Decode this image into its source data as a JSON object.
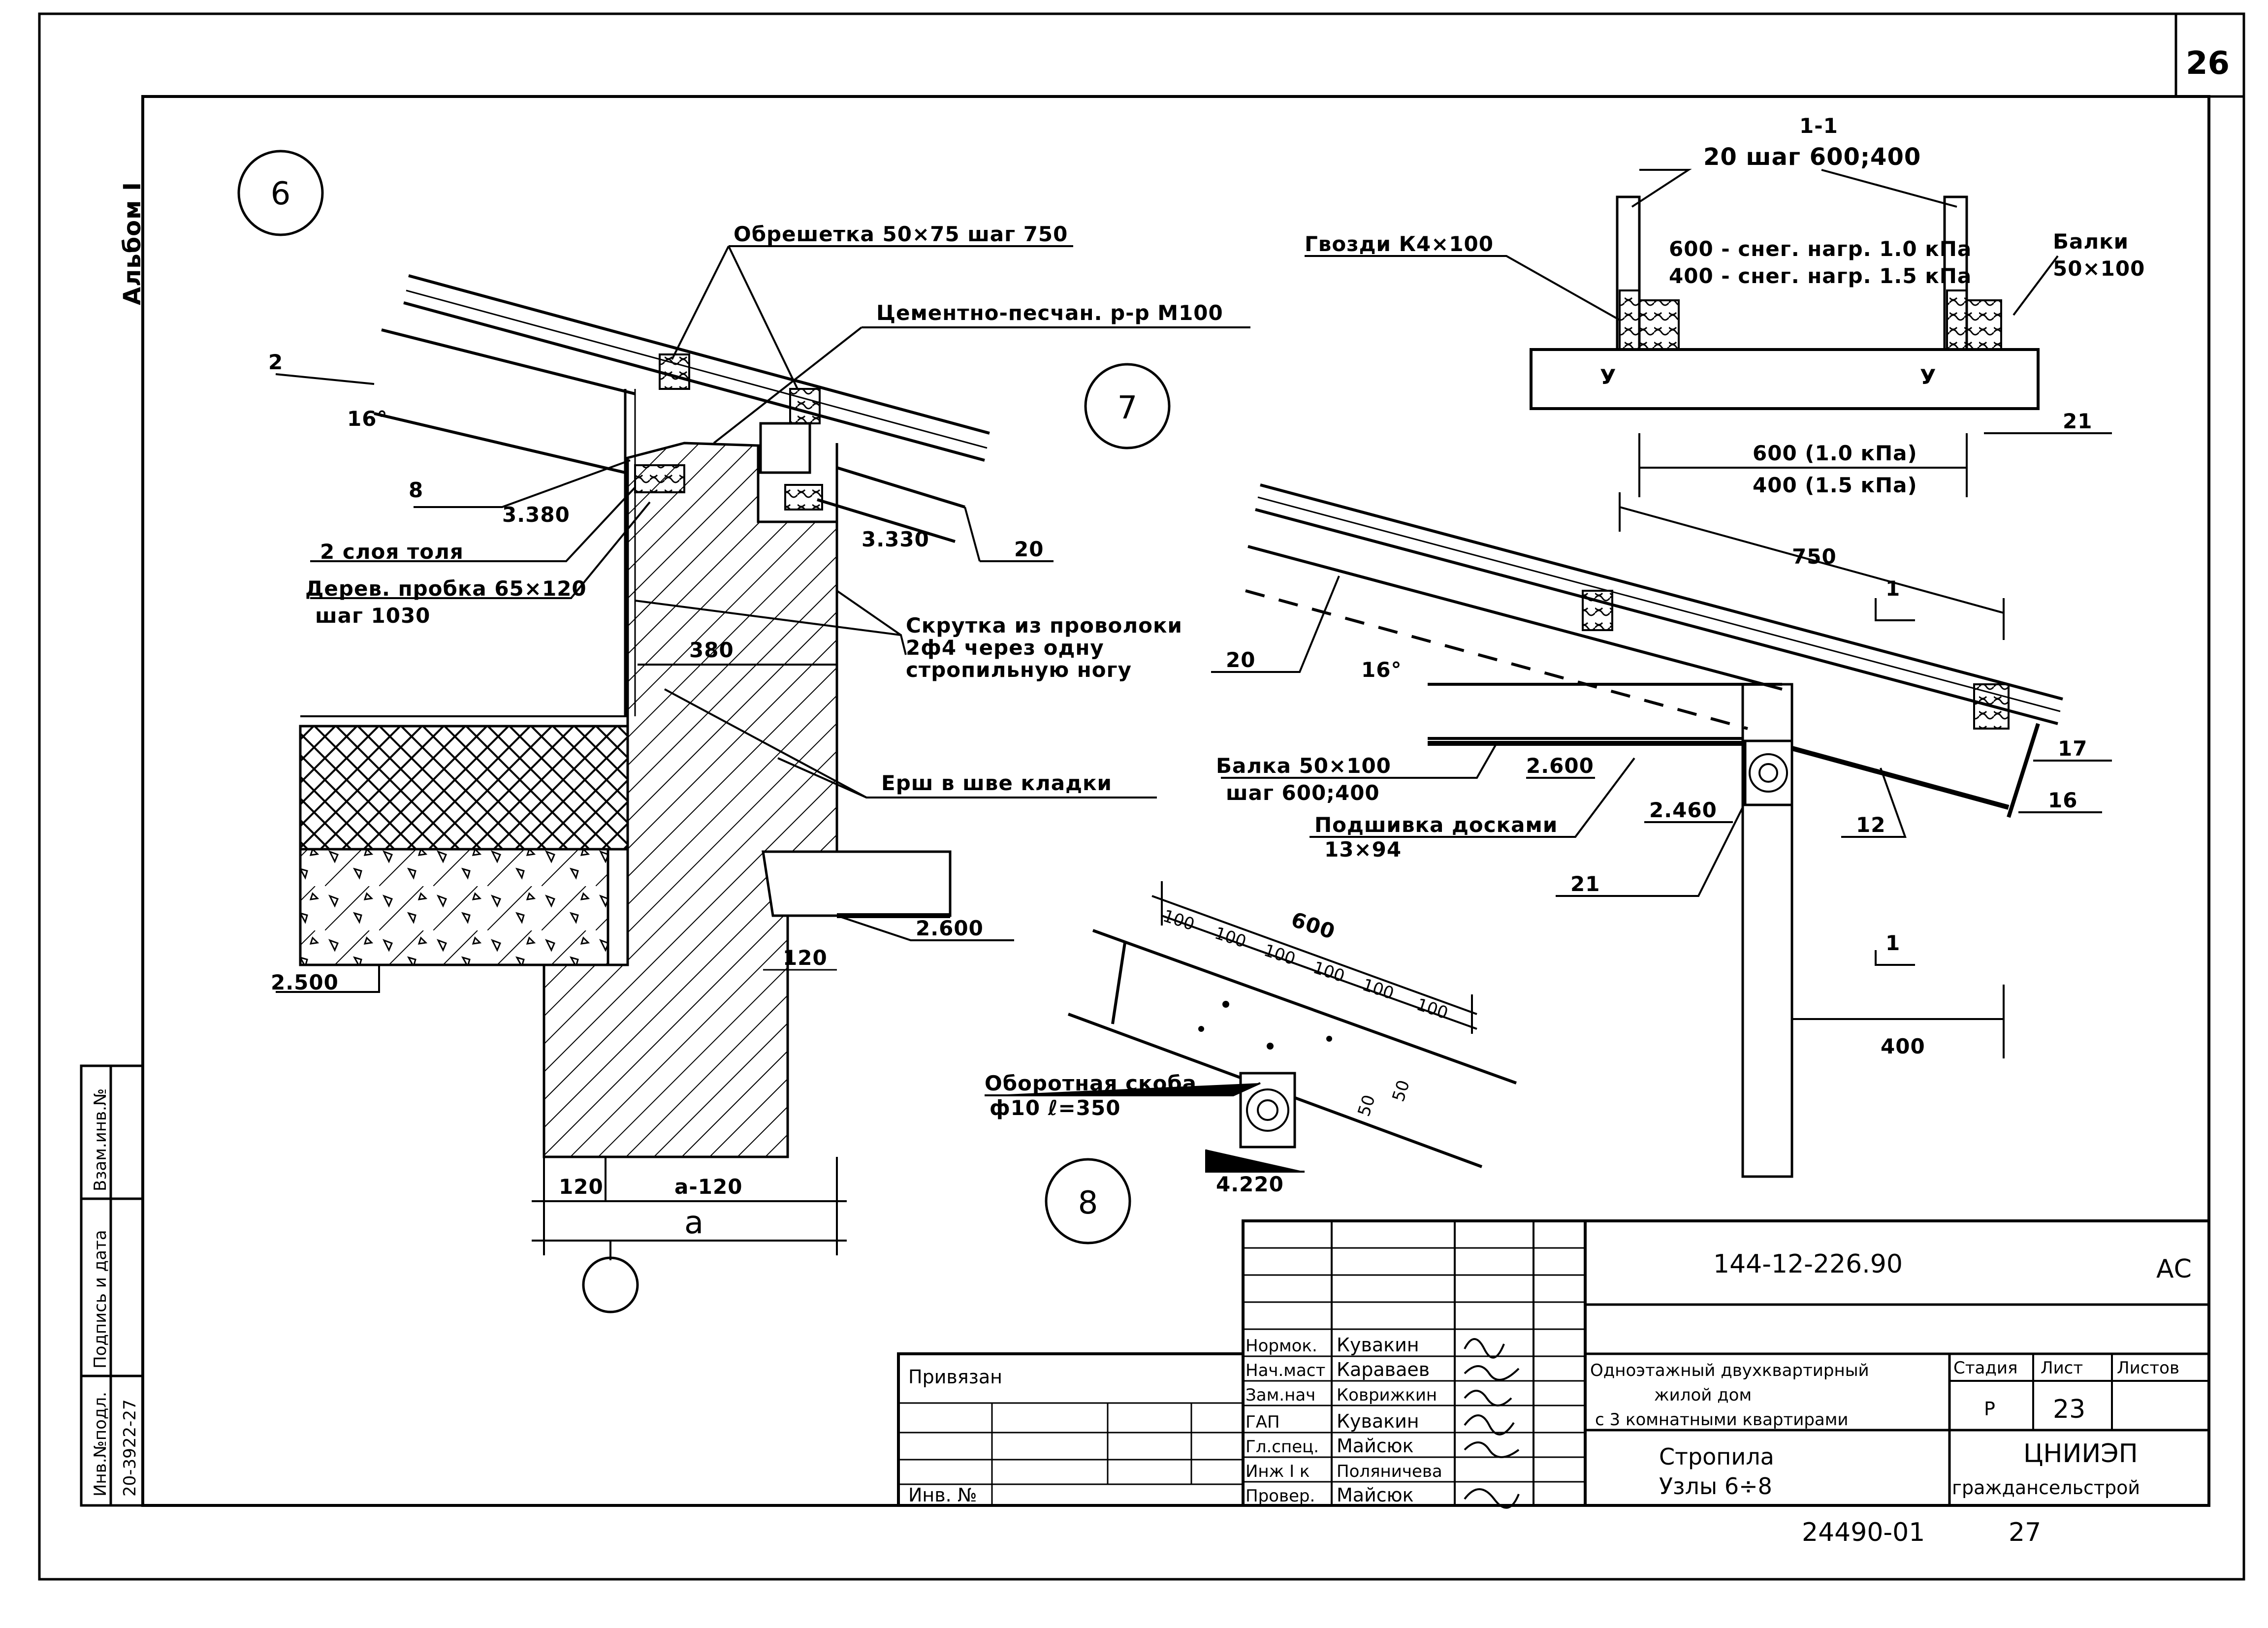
{
  "sheet": {
    "sheet_corner_number": "26",
    "album_label": "Альбом I",
    "bottom_code": "24490-01",
    "bottom_page": "27"
  },
  "side_stamp": {
    "inv_label": "Инв.№подл.",
    "sign_label": "Подпись и дата",
    "vzam_label": "Взам.инв.№",
    "inv_value": "20-3922-27"
  },
  "node6": {
    "marker": "6",
    "obreshetka": "Обрешетка 50×75 шаг 750",
    "cement": "Цементно-песчан. р-р М100",
    "label_2": "2",
    "label_8": "8",
    "label_20": "20",
    "angle": "16°",
    "level_3380": "3.380",
    "level_3330": "3.330",
    "tol": "2 слоя толя",
    "probka_1": "Дерев. пробка 65×120",
    "probka_2": "шаг 1030",
    "skrutka_1": "Скрутка из проволоки",
    "skrutka_2": "2ф4 через одну",
    "skrutka_3": "стропильную ногу",
    "dim_380": "380",
    "ersh": "Ерш в шве кладки",
    "level_2600": "2.600",
    "dim_120a": "120",
    "level_2500": "2.500",
    "dim_120b": "120",
    "dim_a120": "a-120",
    "dim_a": "a"
  },
  "node7": {
    "marker": "7",
    "label_20": "20",
    "angle": "16°",
    "dim_750": "750",
    "cut": "1",
    "balka_1": "Балка 50×100",
    "balka_2": "шаг 600;400",
    "level_2600": "2.600",
    "podshivka_1": "Подшивка досками",
    "podshivka_2": "13×94",
    "level_2460": "2.460",
    "label_21": "21",
    "label_12": "12",
    "label_17": "17",
    "label_16": "16",
    "dim_400": "400"
  },
  "section11": {
    "title": "1-1",
    "step": "20  шаг 600;400",
    "gvozdi": "Гвозди К4×100",
    "snow_1": "600 - снег. нагр. 1.0 кПа",
    "snow_2": "400 - снег. нагр. 1.5 кПа",
    "balki_1": "Балки",
    "balki_2": "50×100",
    "label_21": "21",
    "dim_1": "600 (1.0 кПа)",
    "dim_2": "400 (1.5 кПа)",
    "y": "У"
  },
  "node8": {
    "marker": "8",
    "dim_600": "600",
    "d100_1": "100",
    "d100_2": "100",
    "d100_3": "100",
    "d100_4": "100",
    "d100_5": "100",
    "d100_6": "100",
    "d50_1": "50",
    "d50_2": "50",
    "skoba_1": "Оборотная скоба",
    "skoba_2": "ф10  ℓ=350",
    "level_4220": "4.220"
  },
  "title_block": {
    "code": "144-12-226.90",
    "mark": "АС",
    "privyazan": "Привязан",
    "inv": "Инв. №",
    "roles": [
      "Нормок.",
      "Нач.маст",
      "Зам.нач",
      "ГАП",
      "Гл.спец.",
      "Инж I к",
      "Провер."
    ],
    "names": [
      "Кувакин",
      "Караваев",
      "Коврижкин",
      "Кувакин",
      "Майсюк",
      "Поляничева",
      "Майсюк"
    ],
    "project_1": "Одноэтажный двухквартирный",
    "project_2": "жилой дом",
    "project_3": "с 3 комнатными квартирами",
    "stage_h": "Стадия",
    "sheet_h": "Лист",
    "sheets_h": "Листов",
    "stage_v": "Р",
    "sheet_v": "23",
    "drawing_1": "Стропила",
    "drawing_2": "Узлы 6÷8",
    "org_1": "ЦНИИЭП",
    "org_2": "граждансельстрой"
  }
}
